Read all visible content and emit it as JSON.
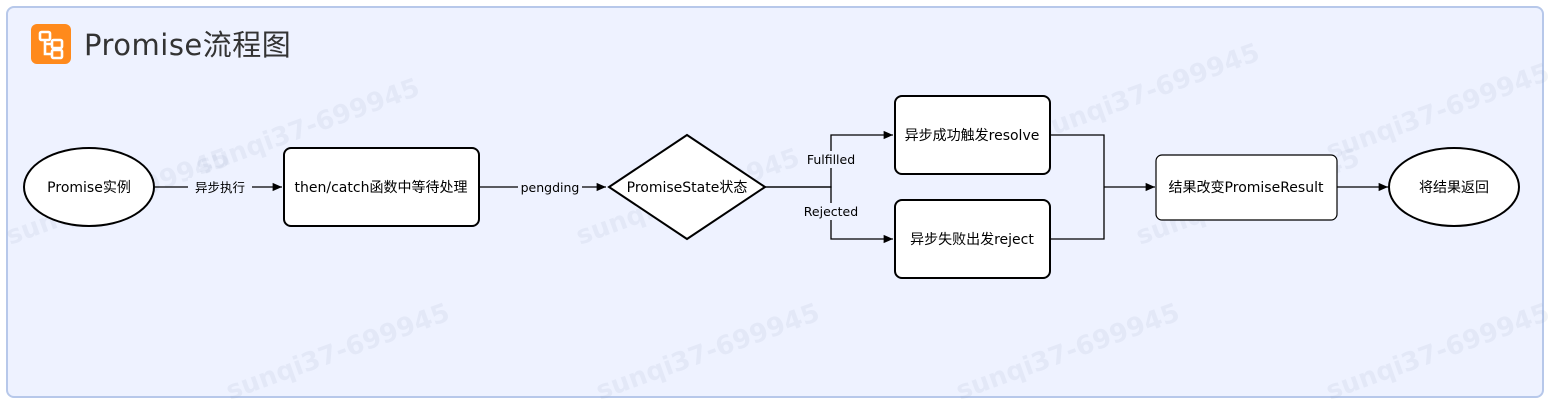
{
  "title": "Promise流程图",
  "icon": "flowchart-icon",
  "colors": {
    "frame_bg": "#eef2ff",
    "frame_border": "#b7c8ea",
    "icon_bg": "#ff8a1c"
  },
  "watermark": "sunqi37-699945",
  "nodes": {
    "start": "Promise实例",
    "handler": "then/catch函数中等待处理",
    "decision": "PromiseState状态",
    "resolve": "异步成功触发resolve",
    "reject": "异步失败出发reject",
    "result": "结果改变PromiseResult",
    "end": "将结果返回"
  },
  "edges": {
    "async_exec": "异步执行",
    "pending": "pengding",
    "fulfilled": "Fulfilled",
    "rejected": "Rejected"
  }
}
